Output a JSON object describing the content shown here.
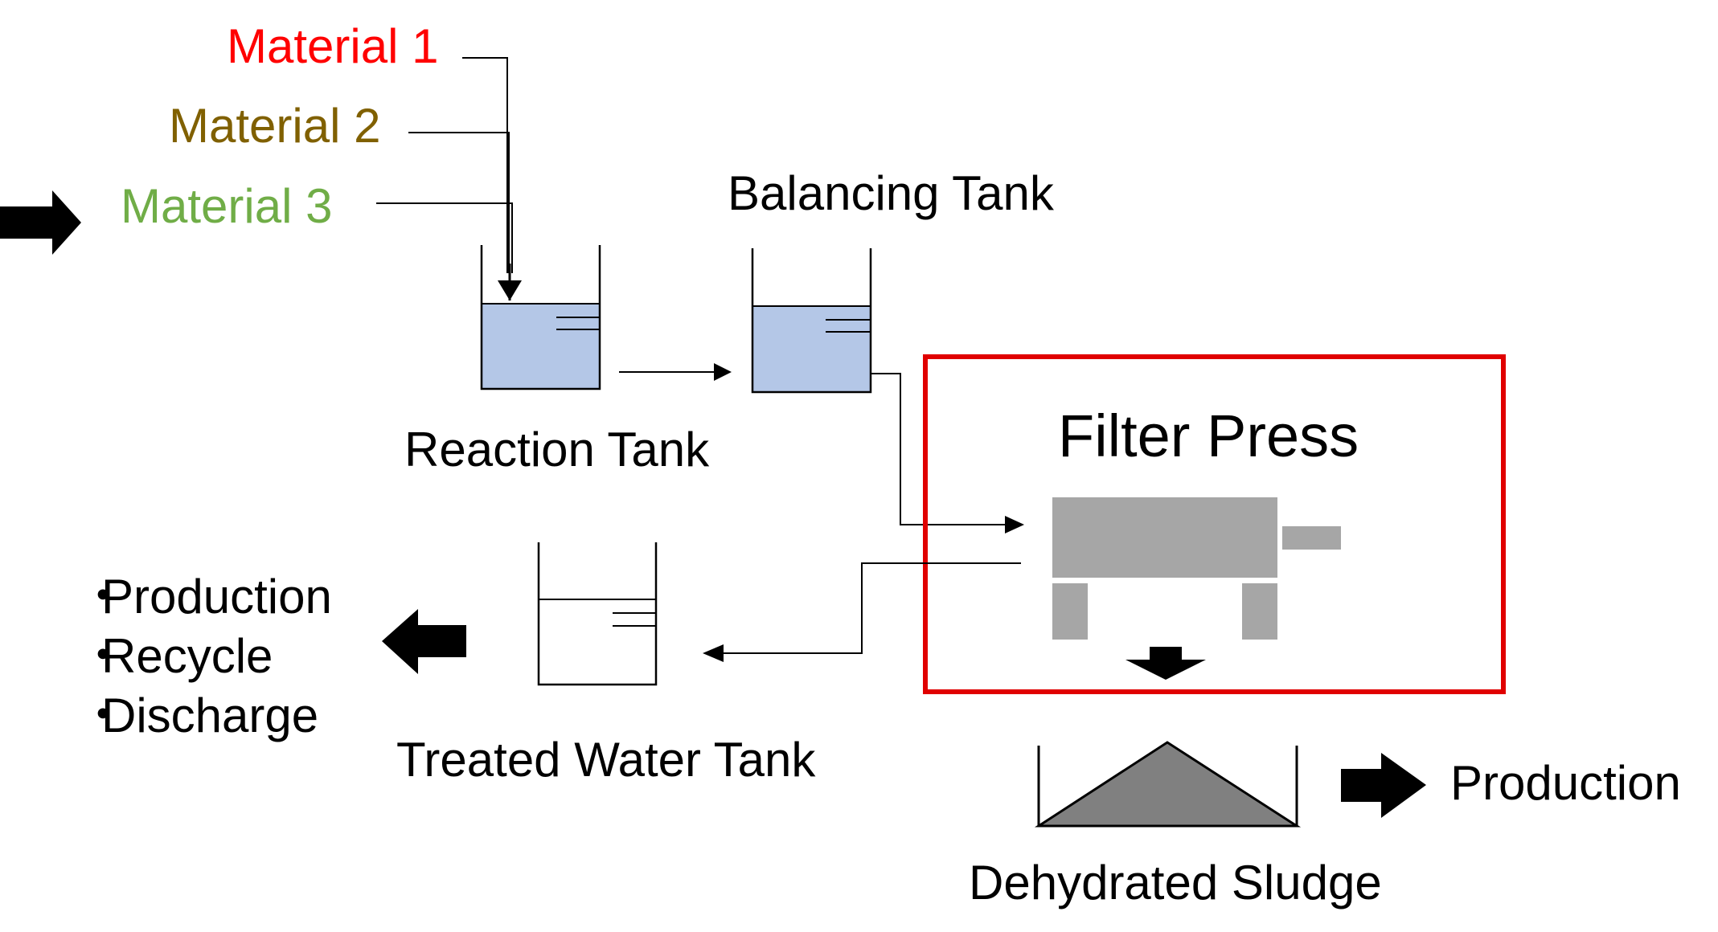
{
  "materials": [
    {
      "label": "Material 1",
      "color": "#ff0000"
    },
    {
      "label": "Material 2",
      "color": "#806000"
    },
    {
      "label": "Material 3",
      "color": "#70ad47"
    }
  ],
  "tanks": {
    "reaction": {
      "label": "Reaction Tank"
    },
    "balancing": {
      "label": "Balancing Tank"
    },
    "treated_water": {
      "label": "Treated Water Tank"
    }
  },
  "filter_press": {
    "title": "Filter Press",
    "frame_color": "#e00000",
    "body_color": "#a6a6a6"
  },
  "sludge": {
    "label": "Dehydrated Sludge",
    "color": "#808080"
  },
  "outputs": {
    "water_uses": [
      {
        "bullet": "・",
        "label": "Production"
      },
      {
        "bullet": "・",
        "label": "Recycle"
      },
      {
        "bullet": "・",
        "label": "Discharge"
      }
    ],
    "sludge_use": "Production"
  },
  "colors": {
    "water": "#b4c7e7",
    "line": "#000000"
  },
  "icons": {
    "input_arrow": "block-arrow-right-icon",
    "water_output_arrow": "block-arrow-left-icon",
    "sludge_output_arrow": "block-arrow-right-icon",
    "press_output_arrow": "block-arrow-down-icon"
  }
}
